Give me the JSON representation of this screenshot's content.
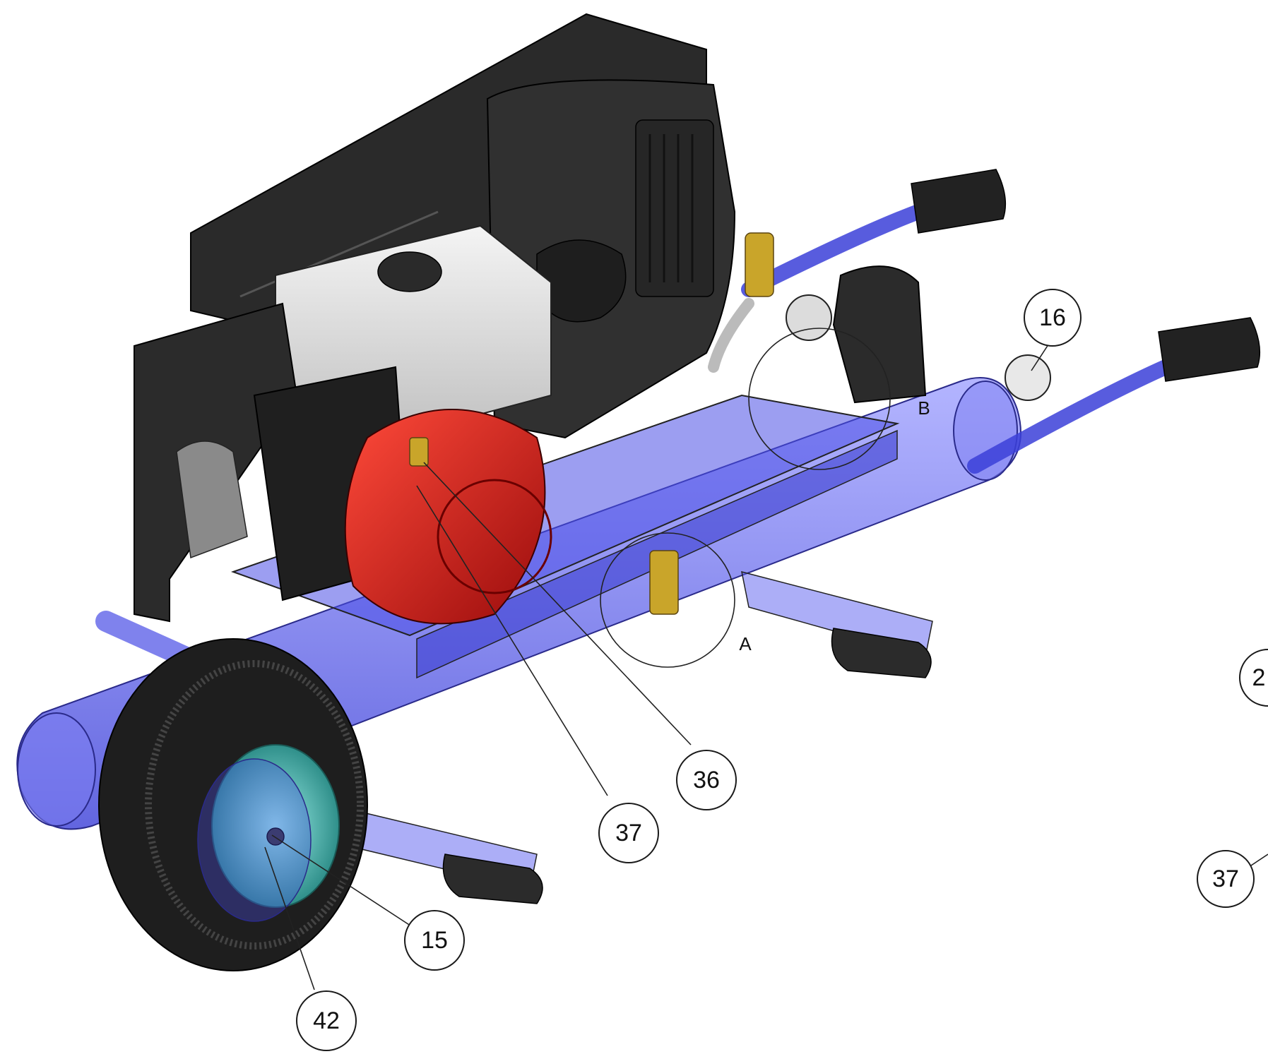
{
  "drawing": {
    "subject": "",
    "colors": {
      "tank_blue": "#5a5ef0",
      "engine_red": "#d42020",
      "dark_body": "#2b2b2b",
      "light_tank": "#e6e6e6",
      "brass": "#c9a52a",
      "wheel_hub": "#5fd0c8"
    }
  },
  "balloons": [
    {
      "id": "b16",
      "label": "16"
    },
    {
      "id": "b36",
      "label": "36"
    },
    {
      "id": "b37a",
      "label": "37"
    },
    {
      "id": "b15",
      "label": "15"
    },
    {
      "id": "b42",
      "label": "42"
    },
    {
      "id": "b37b",
      "label": "37"
    },
    {
      "id": "b2",
      "label": "2"
    }
  ],
  "detail_views": [
    {
      "id": "A",
      "label": "A"
    },
    {
      "id": "B",
      "label": "B"
    }
  ]
}
